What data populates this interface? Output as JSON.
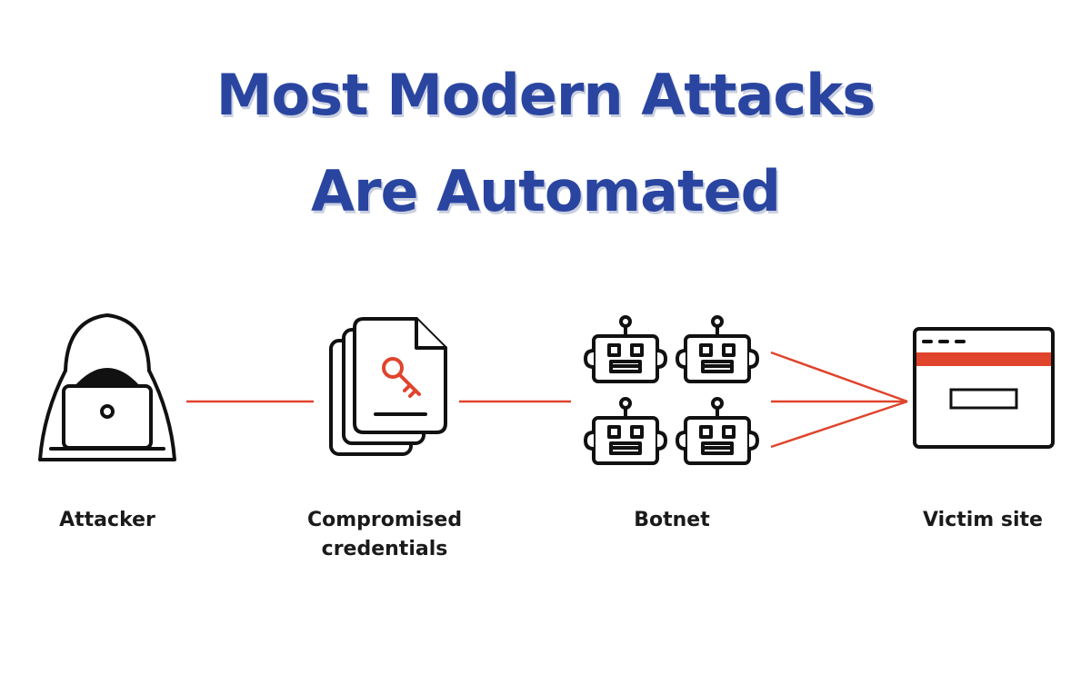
{
  "title": {
    "line1": "Most Modern Attacks",
    "line2": "Are Automated"
  },
  "nodes": {
    "attacker": {
      "label": "Attacker",
      "icon": "hooded-hacker-icon"
    },
    "credentials": {
      "label_line1": "Compromised",
      "label_line2": "credentials",
      "icon": "key-document-stack-icon"
    },
    "botnet": {
      "label": "Botnet",
      "icon": "robot-grid-icon"
    },
    "victim": {
      "label": "Victim site",
      "icon": "browser-window-icon"
    }
  },
  "colors": {
    "title": "#2a45a0",
    "accent": "#e0442c",
    "stroke": "#111111"
  }
}
